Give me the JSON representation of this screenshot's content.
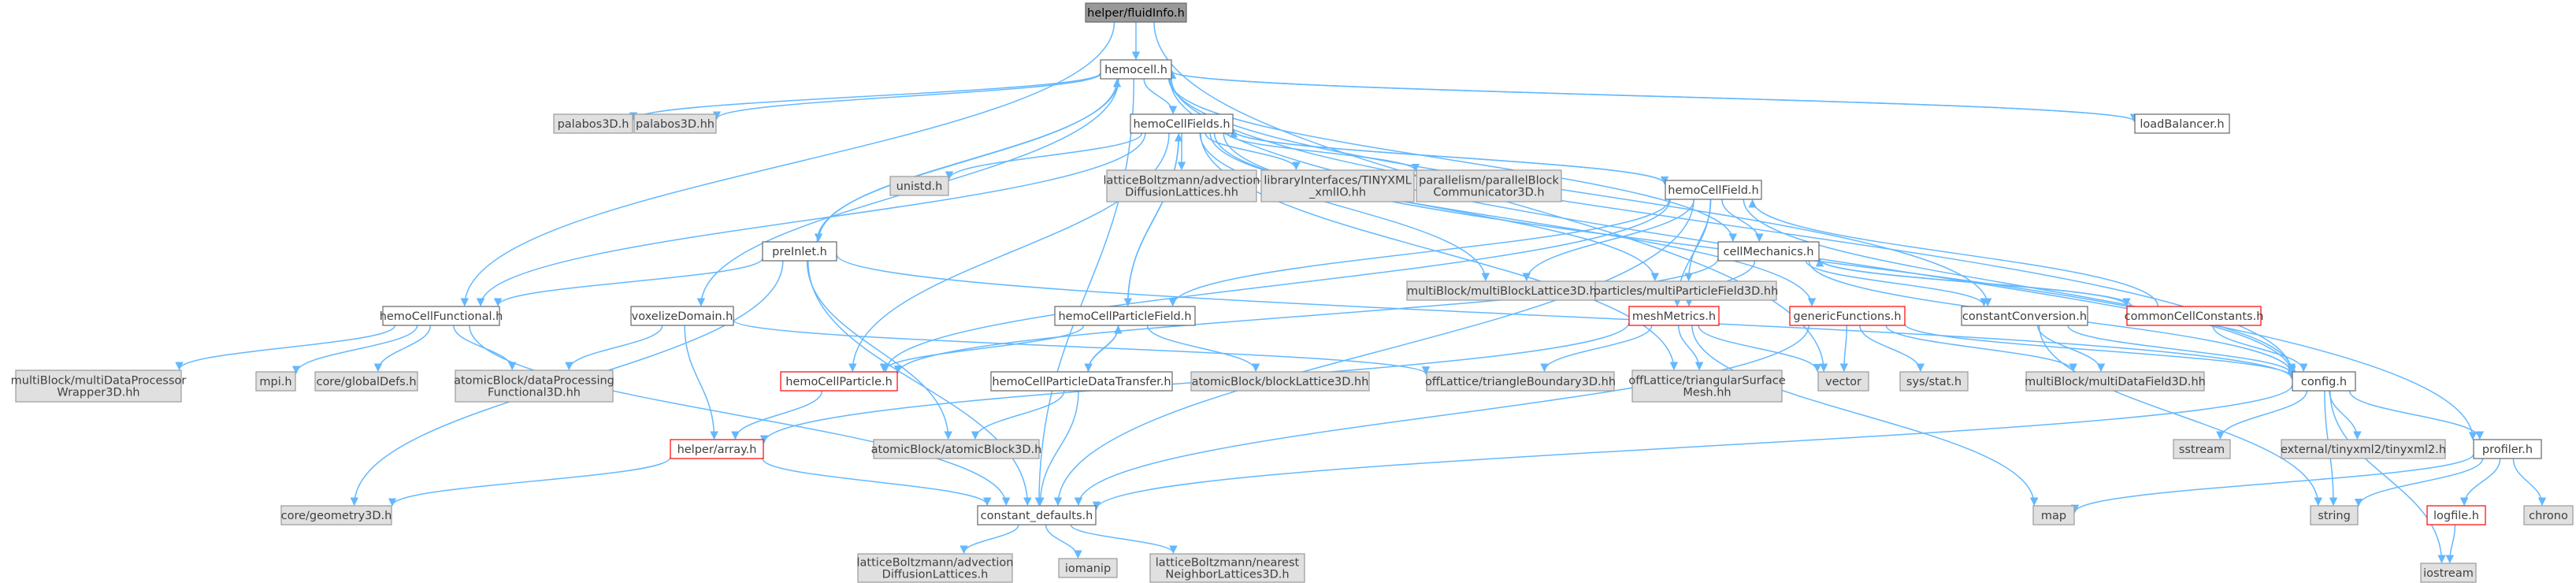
{
  "colors": {
    "root_fill": "#999999",
    "root_border": "#666666",
    "documented_fill": "#ffffff",
    "documented_border": "#666666",
    "external_fill": "#e0e0e0",
    "external_border": "#999999",
    "truncated_border": "#ff0000",
    "edge": "#63b8ff",
    "text_normal": "#404040",
    "text_root": "#000000"
  },
  "nodes": [
    {
      "id": "fluidinfo",
      "label": [
        "helper/fluidInfo.h"
      ],
      "kind": "root"
    },
    {
      "id": "hemocell",
      "label": [
        "hemocell.h"
      ],
      "kind": "documented"
    },
    {
      "id": "palabos3d_h",
      "label": [
        "palabos3D.h"
      ],
      "kind": "external"
    },
    {
      "id": "palabos3d_hh",
      "label": [
        "palabos3D.hh"
      ],
      "kind": "external"
    },
    {
      "id": "hemocellfields",
      "label": [
        "hemoCellFields.h"
      ],
      "kind": "documented"
    },
    {
      "id": "loadbalancer",
      "label": [
        "loadBalancer.h"
      ],
      "kind": "documented"
    },
    {
      "id": "unistd",
      "label": [
        "unistd.h"
      ],
      "kind": "external"
    },
    {
      "id": "lbadvection_top",
      "label": [
        "latticeBoltzmann/advection",
        "DiffusionLattices.hh"
      ],
      "kind": "external"
    },
    {
      "id": "tinyxml",
      "label": [
        "libraryInterfaces/TINYXML",
        "_xmlIO.hh"
      ],
      "kind": "external"
    },
    {
      "id": "parallelism",
      "label": [
        "parallelism/parallelBlock",
        "Communicator3D.h"
      ],
      "kind": "external"
    },
    {
      "id": "hemocellfield",
      "label": [
        "hemoCellField.h"
      ],
      "kind": "documented"
    },
    {
      "id": "preinlet",
      "label": [
        "preInlet.h"
      ],
      "kind": "documented"
    },
    {
      "id": "multiblocklattice",
      "label": [
        "multiBlock/multiBlockLattice3D.hh"
      ],
      "kind": "external"
    },
    {
      "id": "particlesmpf",
      "label": [
        "particles/multiParticleField3D.hh"
      ],
      "kind": "external"
    },
    {
      "id": "cellmechanics",
      "label": [
        "cellMechanics.h"
      ],
      "kind": "documented"
    },
    {
      "id": "hemocellfunctional",
      "label": [
        "hemoCellFunctional.h"
      ],
      "kind": "documented"
    },
    {
      "id": "voxelizedomain",
      "label": [
        "voxelizeDomain.h"
      ],
      "kind": "documented"
    },
    {
      "id": "hemocellparticlefield",
      "label": [
        "hemoCellParticleField.h"
      ],
      "kind": "documented"
    },
    {
      "id": "meshmetrics",
      "label": [
        "meshMetrics.h"
      ],
      "kind": "truncated"
    },
    {
      "id": "genericfunctions",
      "label": [
        "genericFunctions.h"
      ],
      "kind": "truncated"
    },
    {
      "id": "constantconversion",
      "label": [
        "constantConversion.h"
      ],
      "kind": "documented"
    },
    {
      "id": "commoncellconstants",
      "label": [
        "commonCellConstants.h"
      ],
      "kind": "truncated"
    },
    {
      "id": "multidataprocessor",
      "label": [
        "multiBlock/multiDataProcessor",
        "Wrapper3D.hh"
      ],
      "kind": "external"
    },
    {
      "id": "mpi",
      "label": [
        "mpi.h"
      ],
      "kind": "external"
    },
    {
      "id": "globaldefs",
      "label": [
        "core/globalDefs.h"
      ],
      "kind": "external"
    },
    {
      "id": "atomicdataprocessing",
      "label": [
        "atomicBlock/dataProcessing",
        "Functional3D.hh"
      ],
      "kind": "external"
    },
    {
      "id": "hemocellparticle",
      "label": [
        "hemoCellParticle.h"
      ],
      "kind": "truncated"
    },
    {
      "id": "hcpdatatransfer",
      "label": [
        "hemoCellParticleDataTransfer.h"
      ],
      "kind": "documented"
    },
    {
      "id": "blocklattice",
      "label": [
        "atomicBlock/blockLattice3D.hh"
      ],
      "kind": "external"
    },
    {
      "id": "triangleboundary",
      "label": [
        "offLattice/triangleBoundary3D.hh"
      ],
      "kind": "external"
    },
    {
      "id": "triangularsurface",
      "label": [
        "offLattice/triangularSurface",
        "Mesh.hh"
      ],
      "kind": "external"
    },
    {
      "id": "vector",
      "label": [
        "vector"
      ],
      "kind": "external"
    },
    {
      "id": "sysstat",
      "label": [
        "sys/stat.h"
      ],
      "kind": "external"
    },
    {
      "id": "multidatafield",
      "label": [
        "multiBlock/multiDataField3D.hh"
      ],
      "kind": "external"
    },
    {
      "id": "config",
      "label": [
        "config.h"
      ],
      "kind": "documented"
    },
    {
      "id": "helperarray",
      "label": [
        "helper/array.h"
      ],
      "kind": "truncated"
    },
    {
      "id": "atomicblock3d",
      "label": [
        "atomicBlock/atomicBlock3D.h"
      ],
      "kind": "external"
    },
    {
      "id": "sstream",
      "label": [
        "sstream"
      ],
      "kind": "external"
    },
    {
      "id": "tinyxml2",
      "label": [
        "external/tinyxml2/tinyxml2.h"
      ],
      "kind": "external"
    },
    {
      "id": "profiler",
      "label": [
        "profiler.h"
      ],
      "kind": "documented"
    },
    {
      "id": "geometry3d",
      "label": [
        "core/geometry3D.h"
      ],
      "kind": "external"
    },
    {
      "id": "constantdefaults",
      "label": [
        "constant_defaults.h"
      ],
      "kind": "documented"
    },
    {
      "id": "map",
      "label": [
        "map"
      ],
      "kind": "external"
    },
    {
      "id": "string",
      "label": [
        "string"
      ],
      "kind": "external"
    },
    {
      "id": "logfile",
      "label": [
        "logfile.h"
      ],
      "kind": "truncated"
    },
    {
      "id": "chrono",
      "label": [
        "chrono"
      ],
      "kind": "external"
    },
    {
      "id": "lbadvection_bottom",
      "label": [
        "latticeBoltzmann/advection",
        "DiffusionLattices.h"
      ],
      "kind": "external"
    },
    {
      "id": "iomanip",
      "label": [
        "iomanip"
      ],
      "kind": "external"
    },
    {
      "id": "lbnearest",
      "label": [
        "latticeBoltzmann/nearest",
        "NeighborLattices3D.h"
      ],
      "kind": "external"
    },
    {
      "id": "iostream",
      "label": [
        "iostream"
      ],
      "kind": "external"
    }
  ],
  "edges": [
    [
      "fluidinfo",
      "hemocell"
    ],
    [
      "fluidinfo",
      "hemocellfunctional"
    ],
    [
      "fluidinfo",
      "vector"
    ],
    [
      "hemocell",
      "palabos3d_h"
    ],
    [
      "hemocell",
      "palabos3d_hh"
    ],
    [
      "hemocell",
      "hemocellfields"
    ],
    [
      "hemocell",
      "loadbalancer"
    ],
    [
      "hemocell",
      "preinlet"
    ],
    [
      "hemocell",
      "voxelizedomain"
    ],
    [
      "hemocell",
      "cellmechanics"
    ],
    [
      "hemocell",
      "constantconversion"
    ],
    [
      "hemocell",
      "config"
    ],
    [
      "hemocell",
      "profiler"
    ],
    [
      "hemocell",
      "constantdefaults"
    ],
    [
      "loadbalancer",
      "hemocell"
    ],
    [
      "preinlet",
      "hemocell"
    ],
    [
      "hemocellfields",
      "unistd"
    ],
    [
      "hemocellfields",
      "lbadvection_top"
    ],
    [
      "hemocellfields",
      "tinyxml"
    ],
    [
      "hemocellfields",
      "parallelism"
    ],
    [
      "hemocellfields",
      "hemocellfield"
    ],
    [
      "hemocellfields",
      "multiblocklattice"
    ],
    [
      "hemocellfields",
      "particlesmpf"
    ],
    [
      "hemocellfields",
      "hemocellfunctional"
    ],
    [
      "hemocellfields",
      "hemocellparticlefield"
    ],
    [
      "hemocellfields",
      "hemocellparticle"
    ],
    [
      "hemocellfields",
      "genericfunctions"
    ],
    [
      "hemocellfields",
      "config"
    ],
    [
      "hemocellfields",
      "triangularsurface"
    ],
    [
      "hemocellfield",
      "hemocellfields"
    ],
    [
      "hemocellfield",
      "multiblocklattice"
    ],
    [
      "hemocellfield",
      "particlesmpf"
    ],
    [
      "hemocellfield",
      "cellmechanics"
    ],
    [
      "hemocellfield",
      "meshmetrics"
    ],
    [
      "hemocellfield",
      "hemocellparticlefield"
    ],
    [
      "hemocellfield",
      "config"
    ],
    [
      "hemocellfield",
      "constantdefaults"
    ],
    [
      "hemocellfield",
      "hemocellparticle"
    ],
    [
      "hemocellparticlefield",
      "hemocellfields"
    ],
    [
      "cellmechanics",
      "commoncellconstants"
    ],
    [
      "cellmechanics",
      "meshmetrics"
    ],
    [
      "cellmechanics",
      "constantconversion"
    ],
    [
      "cellmechanics",
      "config"
    ],
    [
      "cellmechanics",
      "hemocellparticle"
    ],
    [
      "commoncellconstants",
      "cellmechanics"
    ],
    [
      "commoncellconstants",
      "hemocellfield"
    ],
    [
      "commoncellconstants",
      "config"
    ],
    [
      "preinlet",
      "hemocellfunctional"
    ],
    [
      "preinlet",
      "config"
    ],
    [
      "preinlet",
      "atomicblock3d"
    ],
    [
      "preinlet",
      "constantdefaults"
    ],
    [
      "preinlet",
      "geometry3d"
    ],
    [
      "hemocellfunctional",
      "multidataprocessor"
    ],
    [
      "hemocellfunctional",
      "mpi"
    ],
    [
      "hemocellfunctional",
      "globaldefs"
    ],
    [
      "hemocellfunctional",
      "atomicdataprocessing"
    ],
    [
      "hemocellfunctional",
      "constantdefaults"
    ],
    [
      "voxelizedomain",
      "atomicdataprocessing"
    ],
    [
      "voxelizedomain",
      "triangleboundary"
    ],
    [
      "voxelizedomain",
      "helperarray"
    ],
    [
      "hemocellparticlefield",
      "hemocellparticle"
    ],
    [
      "hemocellparticlefield",
      "hcpdatatransfer"
    ],
    [
      "hemocellparticlefield",
      "blocklattice"
    ],
    [
      "hcpdatatransfer",
      "hemocellparticlefield"
    ],
    [
      "hcpdatatransfer",
      "atomicblock3d"
    ],
    [
      "hcpdatatransfer",
      "constantdefaults"
    ],
    [
      "hemocellparticle",
      "helperarray"
    ],
    [
      "meshmetrics",
      "triangleboundary"
    ],
    [
      "meshmetrics",
      "triangularsurface"
    ],
    [
      "meshmetrics",
      "vector"
    ],
    [
      "meshmetrics",
      "map"
    ],
    [
      "meshmetrics",
      "helperarray"
    ],
    [
      "genericfunctions",
      "vector"
    ],
    [
      "genericfunctions",
      "sysstat"
    ],
    [
      "genericfunctions",
      "multidatafield"
    ],
    [
      "genericfunctions",
      "constantdefaults"
    ],
    [
      "genericfunctions",
      "config"
    ],
    [
      "constantconversion",
      "config"
    ],
    [
      "constantconversion",
      "string"
    ],
    [
      "constantconversion",
      "multidatafield"
    ],
    [
      "config",
      "constantdefaults"
    ],
    [
      "config",
      "sstream"
    ],
    [
      "config",
      "tinyxml2"
    ],
    [
      "config",
      "profiler"
    ],
    [
      "config",
      "string"
    ],
    [
      "config",
      "iostream"
    ],
    [
      "helperarray",
      "geometry3d"
    ],
    [
      "helperarray",
      "constantdefaults"
    ],
    [
      "profiler",
      "map"
    ],
    [
      "profiler",
      "string"
    ],
    [
      "profiler",
      "logfile"
    ],
    [
      "profiler",
      "chrono"
    ],
    [
      "logfile",
      "iostream"
    ],
    [
      "constantdefaults",
      "lbadvection_bottom"
    ],
    [
      "constantdefaults",
      "iomanip"
    ],
    [
      "constantdefaults",
      "lbnearest"
    ]
  ]
}
